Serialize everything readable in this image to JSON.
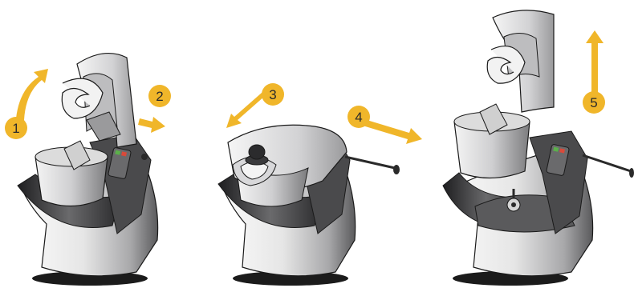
{
  "colors": {
    "accent": "#F0B62A",
    "body_dark": "#2f2f31",
    "body_mid": "#8c8c8e",
    "body_light": "#ececec",
    "outline": "#1a1a1a"
  },
  "steps": [
    {
      "number": "1",
      "arrow": "curved-arrow-up-right"
    },
    {
      "number": "2",
      "arrow": "arrow-right"
    },
    {
      "number": "3",
      "arrow": "arrow-down-left"
    },
    {
      "number": "4",
      "arrow": "arrow-right-down"
    },
    {
      "number": "5",
      "arrow": "arrow-up"
    }
  ],
  "machines": [
    {
      "state": "lid-open"
    },
    {
      "state": "lid-closed-with-pusher"
    },
    {
      "state": "lid-removed-disc-exposed"
    }
  ]
}
